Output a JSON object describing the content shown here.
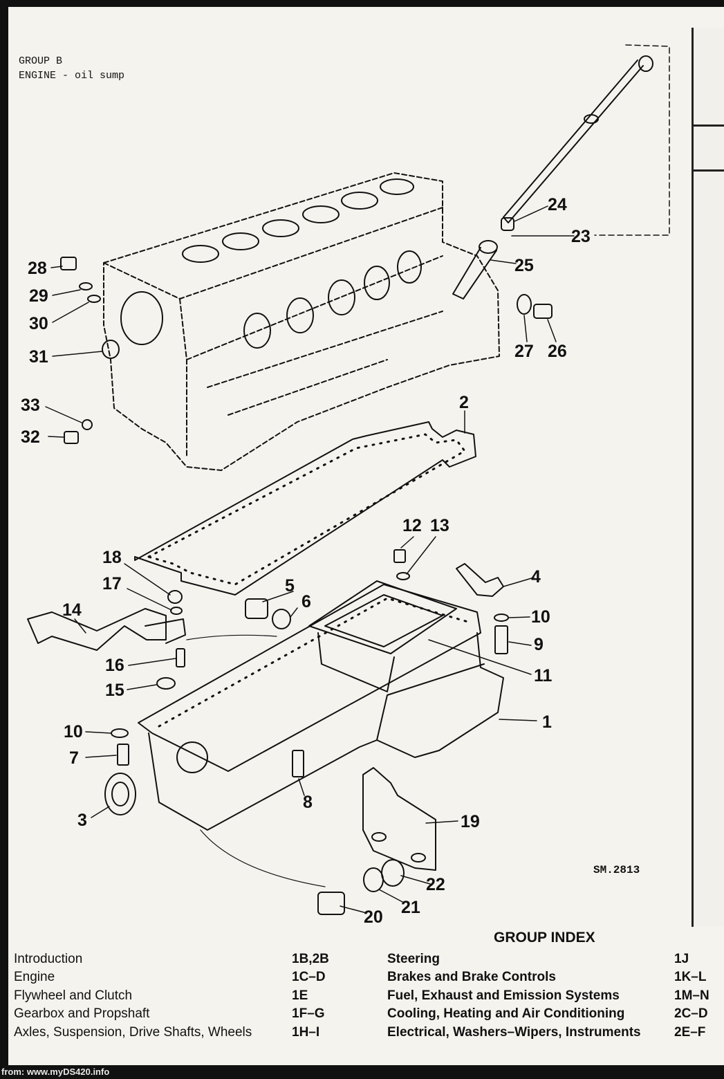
{
  "header": {
    "group": "GROUP B",
    "subtitle": "ENGINE - oil sump"
  },
  "drawing_ref": "SM.2813",
  "callouts": [
    "1",
    "2",
    "3",
    "4",
    "5",
    "6",
    "7",
    "8",
    "9",
    "10",
    "10",
    "11",
    "12",
    "13",
    "14",
    "15",
    "16",
    "17",
    "18",
    "19",
    "20",
    "21",
    "22",
    "23",
    "24",
    "25",
    "26",
    "27",
    "28",
    "29",
    "30",
    "31",
    "32",
    "33"
  ],
  "group_index": {
    "title": "GROUP INDEX",
    "rows": [
      {
        "left_name": "Introduction",
        "left_code": "1B,2B",
        "right_name": "Steering",
        "right_code": "1J"
      },
      {
        "left_name": "Engine",
        "left_code": "1C–D",
        "right_name": "Brakes and Brake Controls",
        "right_code": "1K–L"
      },
      {
        "left_name": "Flywheel and Clutch",
        "left_code": "1E",
        "right_name": "Fuel, Exhaust and Emission Systems",
        "right_code": "1M–N"
      },
      {
        "left_name": "Gearbox and Propshaft",
        "left_code": "1F–G",
        "right_name": "Cooling, Heating and Air Conditioning",
        "right_code": "2C–D"
      },
      {
        "left_name": "Axles, Suspension, Drive Shafts, Wheels",
        "left_code": "1H–I",
        "right_name": "Electrical, Washers–Wipers, Instruments",
        "right_code": "2E–F"
      }
    ]
  },
  "footer": "from: www.myDS420.info"
}
